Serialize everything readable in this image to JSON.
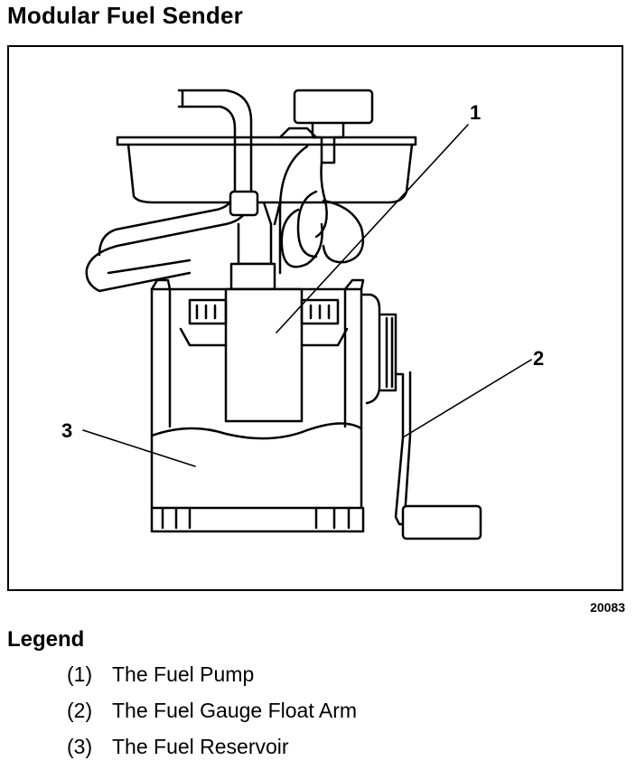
{
  "title": "Modular Fuel Sender",
  "figure_id": "20083",
  "callouts": {
    "c1": "1",
    "c2": "2",
    "c3": "3"
  },
  "legend": {
    "heading": "Legend",
    "items": [
      {
        "num": "(1)",
        "label": "The Fuel Pump"
      },
      {
        "num": "(2)",
        "label": "The Fuel Gauge Float Arm"
      },
      {
        "num": "(3)",
        "label": "The Fuel Reservoir"
      }
    ]
  }
}
